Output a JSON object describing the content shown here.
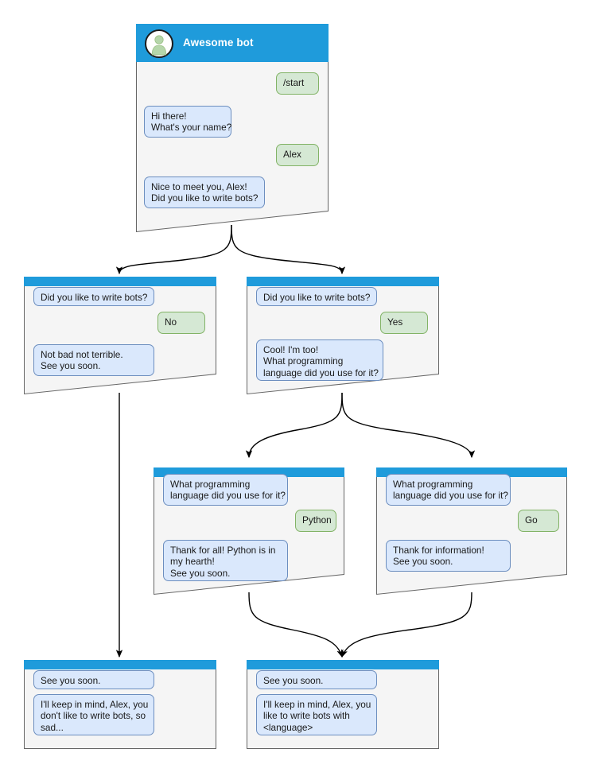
{
  "diagram": {
    "title_bar": {
      "bot_name": "Awesome bot",
      "avatar_icon": "person-avatar-icon",
      "bar_color": "#1f9bdb"
    },
    "colors": {
      "header_blue": "#1f9bdb",
      "card_body": "#f5f5f5",
      "card_border": "#666666",
      "bot_bubble_fill": "#dae8fc",
      "bot_bubble_stroke": "#6c8ebf",
      "user_bubble_fill": "#d5e8d4",
      "user_bubble_stroke": "#82b366",
      "arrow_stroke": "#000000",
      "avatar_person": "#b5d6aa"
    },
    "cards": [
      {
        "id": "start-card",
        "name": "card-start",
        "header_type": "full",
        "messages": [
          {
            "side": "user",
            "name": "user-message-start-command",
            "text": "/start"
          },
          {
            "side": "bot",
            "name": "bot-message-greeting",
            "text": "Hi there!\nWhat's your name?"
          },
          {
            "side": "user",
            "name": "user-message-name",
            "text": "Alex"
          },
          {
            "side": "bot",
            "name": "bot-message-nice-to-meet",
            "text": "Nice to meet you, Alex!\nDid you like to write bots?"
          }
        ]
      },
      {
        "id": "no-card",
        "name": "card-answer-no",
        "header_type": "strip",
        "messages": [
          {
            "side": "bot",
            "name": "bot-message-like-write-bots",
            "text": "Did you like to write bots?"
          },
          {
            "side": "user",
            "name": "user-message-no",
            "text": "No"
          },
          {
            "side": "bot",
            "name": "bot-message-not-bad",
            "text": "Not bad not terrible.\nSee you soon."
          }
        ]
      },
      {
        "id": "yes-card",
        "name": "card-answer-yes",
        "header_type": "strip",
        "messages": [
          {
            "side": "bot",
            "name": "bot-message-like-write-bots",
            "text": "Did you like to write bots?"
          },
          {
            "side": "user",
            "name": "user-message-yes",
            "text": "Yes"
          },
          {
            "side": "bot",
            "name": "bot-message-cool-im-too",
            "text": "Cool! I'm too!\nWhat programming\nlanguage did you use for it?"
          }
        ]
      },
      {
        "id": "python-card",
        "name": "card-language-python",
        "header_type": "strip",
        "messages": [
          {
            "side": "bot",
            "name": "bot-message-what-language",
            "text": "What programming\nlanguage did you use for it?"
          },
          {
            "side": "user",
            "name": "user-message-python",
            "text": "Python"
          },
          {
            "side": "bot",
            "name": "bot-message-thank-python",
            "text": "Thank for all! Python is in\nmy hearth!\nSee you soon."
          }
        ]
      },
      {
        "id": "go-card",
        "name": "card-language-go",
        "header_type": "strip",
        "messages": [
          {
            "side": "bot",
            "name": "bot-message-what-language",
            "text": "What programming\nlanguage did you use for it?"
          },
          {
            "side": "user",
            "name": "user-message-go",
            "text": "Go"
          },
          {
            "side": "bot",
            "name": "bot-message-thank-information",
            "text": "Thank for information!\nSee you soon."
          }
        ]
      },
      {
        "id": "end-no-card",
        "name": "card-end-no",
        "header_type": "strip",
        "messages": [
          {
            "side": "bot",
            "name": "bot-message-see-you-soon",
            "text": "See you soon."
          },
          {
            "side": "bot",
            "name": "bot-message-keep-in-mind-sad",
            "text": "I'll keep in mind, Alex, you\ndon't like to write bots, so\nsad..."
          }
        ]
      },
      {
        "id": "end-yes-card",
        "name": "card-end-yes",
        "header_type": "strip",
        "messages": [
          {
            "side": "bot",
            "name": "bot-message-see-you-soon",
            "text": "See you soon."
          },
          {
            "side": "bot",
            "name": "bot-message-keep-in-mind-language",
            "text": "I'll keep in mind, Alex, you\nlike to write bots with\n<language>"
          }
        ]
      }
    ]
  }
}
